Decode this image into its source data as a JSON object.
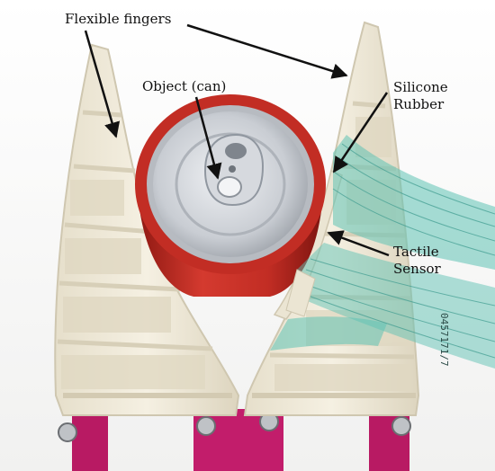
{
  "annotations": {
    "flexible_fingers": "Flexible fingers",
    "object": "Object (can)",
    "silicone_line1": "Silicone",
    "silicone_line2": "Rubber",
    "tactile_line1": "Tactile",
    "tactile_line2": "Sensor",
    "cable_print": "0457171/7"
  },
  "colors": {
    "finger": "#efe9d8",
    "finger_shadow": "#d9d1bb",
    "can_red": "#c8302a",
    "can_lid": "#cfd3d8",
    "cable_teal": "#5fc2b4",
    "base_magenta": "#c21d6b",
    "arrow": "#111111"
  }
}
